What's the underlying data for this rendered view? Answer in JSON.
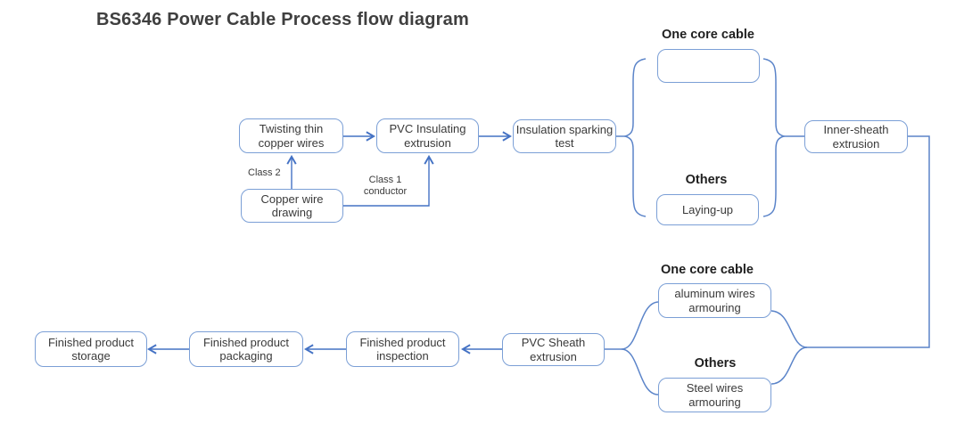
{
  "title": "BS6346 Power Cable Process flow diagram",
  "colors": {
    "box_border": "#7b9fd6",
    "connector": "#4472c4",
    "brace": "#5b84c9",
    "thick_arrow": "#3c63b0",
    "text": "#3a3a3a",
    "label_text": "#1f1f1f",
    "title_text": "#3f3f3f"
  },
  "icons": {
    "cable_arrow_icon": "right-arrow"
  },
  "nodes": {
    "twisting": {
      "label": "Twisting thin copper wires"
    },
    "pvc_insulating": {
      "label": "PVC Insulating extrusion"
    },
    "insulation_test": {
      "label": "Insulation sparking test"
    },
    "copper_drawing": {
      "label": "Copper wire drawing"
    },
    "laying_up": {
      "label": "Laying-up"
    },
    "inner_sheath": {
      "label": "Inner-sheath extrusion"
    },
    "aluminum_armouring": {
      "label": "aluminum wires armouring"
    },
    "steel_armouring": {
      "label": "Steel wires armouring"
    },
    "pvc_sheath": {
      "label": "PVC Sheath extrusion"
    },
    "inspection": {
      "label": "Finished product inspection"
    },
    "packaging": {
      "label": "Finished product packaging"
    },
    "storage": {
      "label": "Finished product storage"
    }
  },
  "edge_labels": {
    "class2": "Class 2",
    "class1": "Class 1 conductor"
  },
  "branch_labels": {
    "one_core_top": "One core cable",
    "others_top": "Others",
    "one_core_bottom": "One core cable",
    "others_bottom": "Others"
  }
}
